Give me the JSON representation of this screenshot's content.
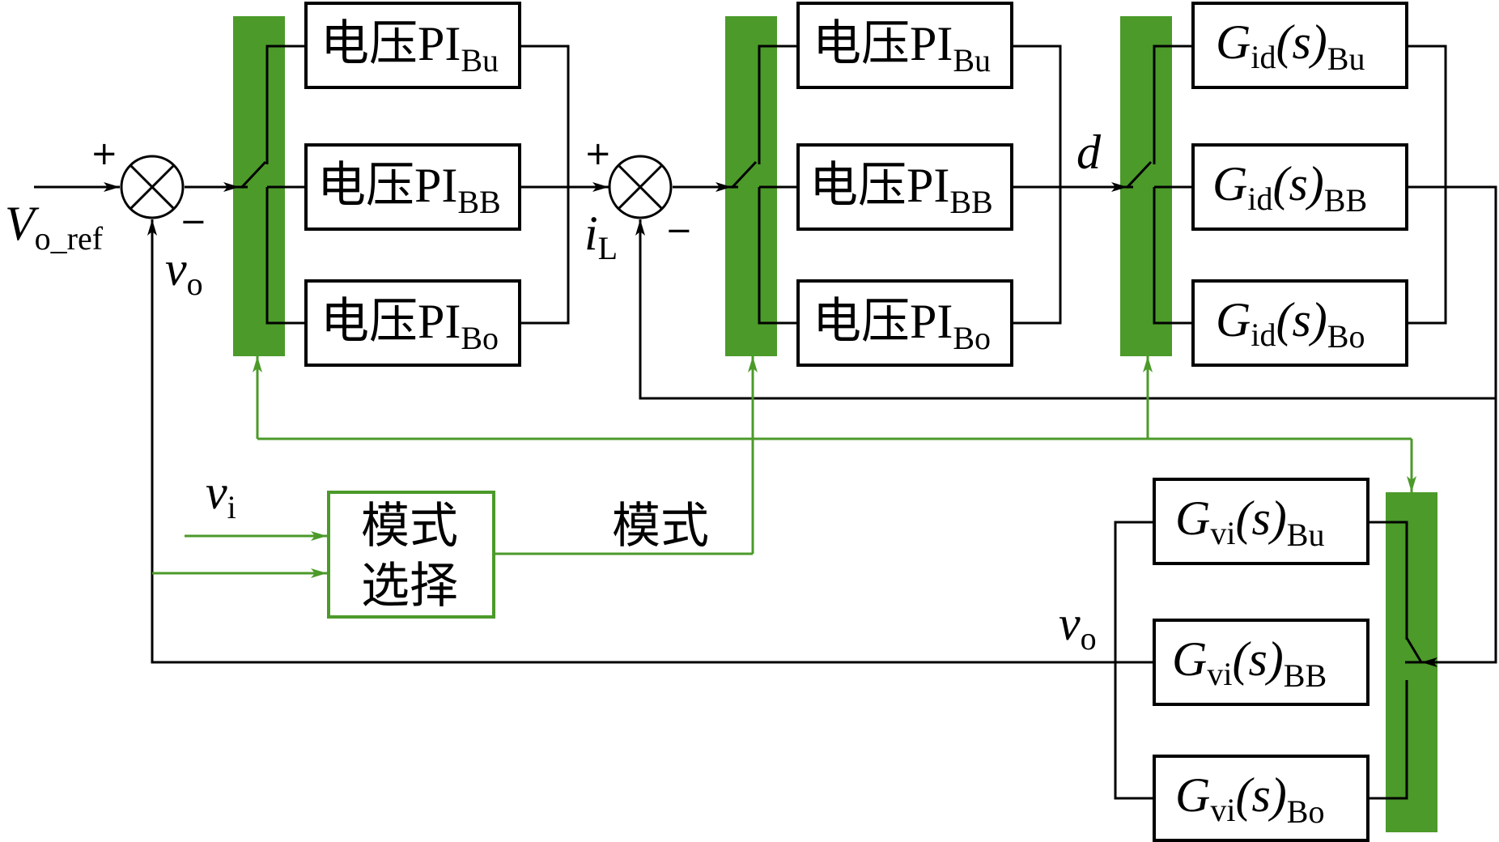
{
  "controllers": {
    "voltage_pi_prefix": "电压PI",
    "subs": [
      "Bu",
      "BB",
      "Bo"
    ]
  },
  "gid": {
    "G": "G",
    "sub": "id",
    "s": "(s)",
    "subs": [
      "Bu",
      "BB",
      "Bo"
    ]
  },
  "gvi": {
    "G": "G",
    "sub": "vi",
    "s": "(s)",
    "subs": [
      "Bu",
      "BB",
      "Bo"
    ]
  },
  "mode_block": {
    "line1": "模式",
    "line2": "选择"
  },
  "labels": {
    "vref_V": "V",
    "vref_sub": "o_ref",
    "vo_v": "v",
    "vo_sub": "o",
    "vi_v": "v",
    "vi_sub": "i",
    "il_i": "i",
    "il_sub": "L",
    "d": "d",
    "mode": "模式",
    "plus": "+",
    "minus": "−"
  },
  "colors": {
    "line": "#000000",
    "green": "#4c9a2a"
  }
}
